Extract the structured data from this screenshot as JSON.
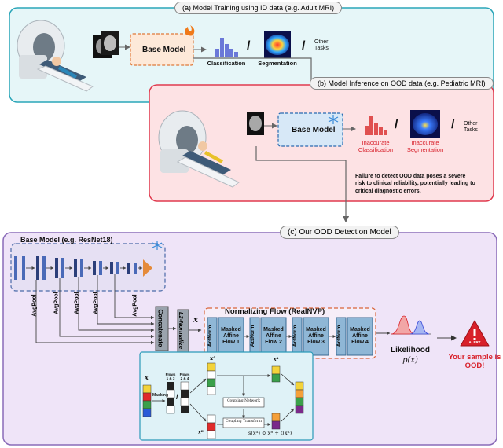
{
  "panel_a": {
    "title": "(a) Model Training using ID data (e.g. Adult MRI)",
    "base_model": "Base Model",
    "outputs": [
      "Classification",
      "Segmentation",
      "Other\nTasks"
    ],
    "separator": "/"
  },
  "panel_b": {
    "title": "(b) Model Inference on OOD data (e.g. Pediatric MRI)",
    "base_model": "Base Model",
    "outputs": [
      "Inaccurate\nClassification",
      "Inaccurate\nSegmentation",
      "Other\nTasks"
    ],
    "separator": "/",
    "note": "Failure to detect OOD data poses a severe\nrisk to clinical reliability, potentially leading to\ncritical diagnostic errors."
  },
  "panel_c": {
    "title": "(c) Our OOD Detection Model",
    "base_model_label": "Base Model (e.g. ResNet18)",
    "avgpool": [
      "AvgPool",
      "AvgPool",
      "AvgPool",
      "AvgPool",
      "AvgPool"
    ],
    "concatenate": "Concatenate",
    "l2norm": "L2-Normalize",
    "x_symbol": "x",
    "flow_title": "Normalizing Flow (RealNVP)",
    "actnorm": "ActNorm",
    "flows": [
      "Masked\nAffine\nFlow 1",
      "Masked\nAffine\nFlow 2",
      "Masked\nAffine\nFlow 3",
      "Masked\nAffine\nFlow 4"
    ],
    "likelihood": "Likelihood",
    "likelihood_symbol": "p(x)",
    "alert_text": "ALERT",
    "result": "Your sample is\nOOD!"
  },
  "inset": {
    "x": "x",
    "masking": "Masking",
    "flows_13": "Flows\n1 & 3",
    "flows_24": "Flows\n2 & 4",
    "coupling_network": "Coupling Network",
    "coupling_transform": "Coupling Transform",
    "xA": "xᴬ",
    "xB": "xᴮ",
    "formula": "s(xᴬ) ⊙ xᴮ + t(xᴬ)",
    "slash": "/"
  },
  "colors": {
    "panel_a_bg": "#e6f6f8",
    "panel_a_border": "#2aa5b8",
    "panel_b_bg": "#fde2e4",
    "panel_b_border": "#e03a4e",
    "panel_c_bg": "#efe4f8",
    "panel_c_border": "#8a6bb8",
    "base_model_fill": "#fde9d9",
    "base_model_border": "#e07a3a",
    "blue_box": "#d7e8f7",
    "dark_blue": "#2a4f8a",
    "alert_red": "#d8202a"
  }
}
